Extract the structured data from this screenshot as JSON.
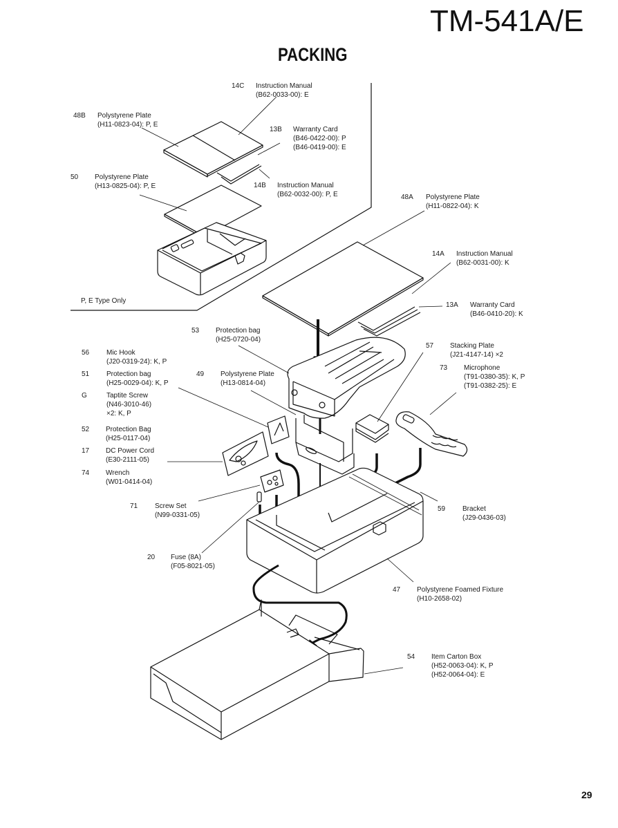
{
  "header": {
    "model": "TM-541A/E",
    "title": "PACKING"
  },
  "page_number": "29",
  "note": "P, E Type Only",
  "parts": [
    {
      "ref": "14C",
      "name": "Instruction Manual",
      "codes": [
        "(B62-0033-00): E"
      ]
    },
    {
      "ref": "48B",
      "name": "Polystyrene Plate",
      "codes": [
        "(H11-0823-04): P, E"
      ]
    },
    {
      "ref": "13B",
      "name": "Warranty Card",
      "codes": [
        "(B46-0422-00): P",
        "(B46-0419-00): E"
      ]
    },
    {
      "ref": "50",
      "name": "Polystyrene Plate",
      "codes": [
        "(H13-0825-04): P, E"
      ]
    },
    {
      "ref": "14B",
      "name": "Instruction Manual",
      "codes": [
        "(B62-0032-00): P, E"
      ]
    },
    {
      "ref": "48A",
      "name": "Polystyrene Plate",
      "codes": [
        "(H11-0822-04): K"
      ]
    },
    {
      "ref": "14A",
      "name": "Instruction Manual",
      "codes": [
        "(B62-0031-00): K"
      ]
    },
    {
      "ref": "13A",
      "name": "Warranty Card",
      "codes": [
        "(B46-0410-20): K"
      ]
    },
    {
      "ref": "53",
      "name": "Protection bag",
      "codes": [
        "(H25-0720-04)"
      ]
    },
    {
      "ref": "56",
      "name": "Mic Hook",
      "codes": [
        "(J20-0319-24): K, P"
      ]
    },
    {
      "ref": "51",
      "name": "Protection bag",
      "codes": [
        "(H25-0029-04): K, P"
      ]
    },
    {
      "ref": "49",
      "name": "Polystyrene Plate",
      "codes": [
        "(H13-0814-04)"
      ]
    },
    {
      "ref": "G",
      "name": "Taptite Screw",
      "codes": [
        "(N46-3010-46)",
        " ×2: K, P"
      ]
    },
    {
      "ref": "52",
      "name": "Protection Bag",
      "codes": [
        "(H25-0117-04)"
      ]
    },
    {
      "ref": "17",
      "name": "DC Power Cord",
      "codes": [
        "(E30-2111-05)"
      ]
    },
    {
      "ref": "74",
      "name": "Wrench",
      "codes": [
        "(W01-0414-04)"
      ]
    },
    {
      "ref": "57",
      "name": "Stacking Plate",
      "codes": [
        "(J21-4147-14) ×2"
      ]
    },
    {
      "ref": "73",
      "name": "Microphone",
      "codes": [
        "(T91-0380-35): K, P",
        "(T91-0382-25): E"
      ]
    },
    {
      "ref": "71",
      "name": "Screw Set",
      "codes": [
        "(N99-0331-05)"
      ]
    },
    {
      "ref": "59",
      "name": "Bracket",
      "codes": [
        "(J29-0436-03)"
      ]
    },
    {
      "ref": "20",
      "name": "Fuse (8A)",
      "codes": [
        "(F05-8021-05)"
      ]
    },
    {
      "ref": "47",
      "name": "Polystyrene Foamed Fixture",
      "codes": [
        "(H10-2658-02)"
      ]
    },
    {
      "ref": "54",
      "name": "Item Carton Box",
      "codes": [
        "(H52-0063-04): K, P",
        "(H52-0064-04): E"
      ]
    }
  ]
}
